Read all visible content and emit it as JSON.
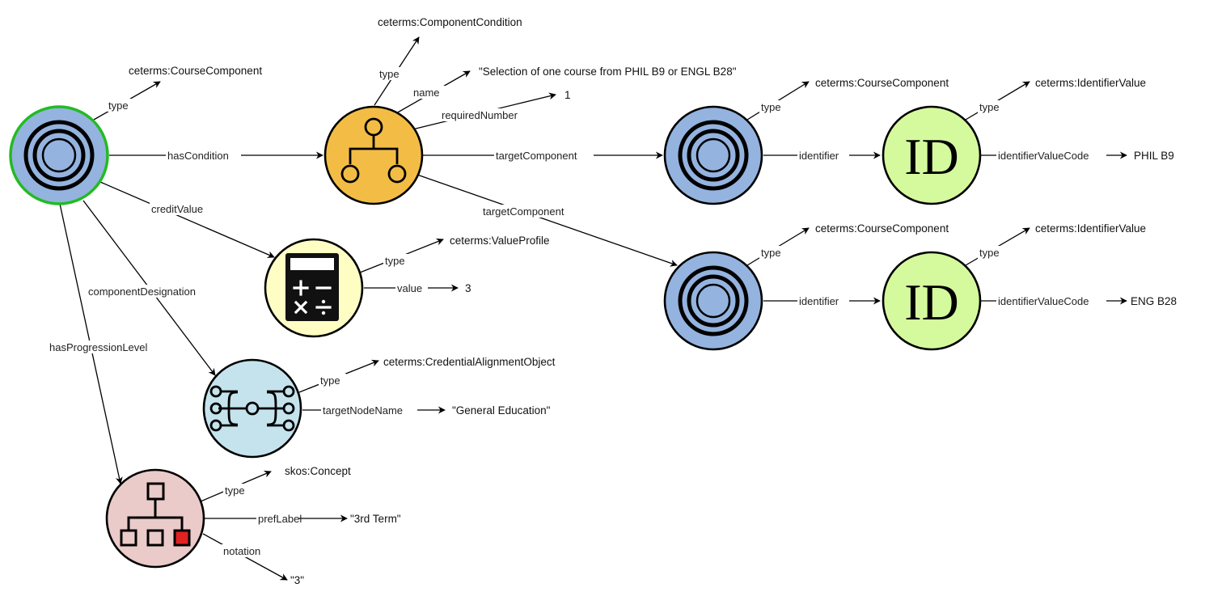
{
  "nodes": {
    "course_component": {
      "icon": "concentric-circles-icon",
      "fill": "#94b3df",
      "ring": "#22bb22"
    },
    "component_condition": {
      "icon": "hierarchy-tree-icon",
      "fill": "#f3bd45"
    },
    "credit_value": {
      "icon": "calculator-icon",
      "fill": "#fdfdc4"
    },
    "alignment_object": {
      "icon": "node-branch-icon",
      "fill": "#c4e3ed"
    },
    "progression_level": {
      "icon": "org-chart-icon",
      "fill": "#ebcaca",
      "accent": "#e02222"
    },
    "target_component_1": {
      "icon": "concentric-circles-icon",
      "fill": "#94b3df"
    },
    "target_component_2": {
      "icon": "concentric-circles-icon",
      "fill": "#94b3df"
    },
    "identifier_1": {
      "icon": "id-icon",
      "fill": "#d5fa9e",
      "text": "ID"
    },
    "identifier_2": {
      "icon": "id-icon",
      "fill": "#d5fa9e",
      "text": "ID"
    }
  },
  "edges": {
    "cc_type": "type",
    "cc_hasCondition": "hasCondition",
    "cc_creditValue": "creditValue",
    "cc_componentDesignation": "componentDesignation",
    "cc_hasProgressionLevel": "hasProgressionLevel",
    "cond_type": "type",
    "cond_name": "name",
    "cond_requiredNumber": "requiredNumber",
    "cond_targetComponent1": "targetComponent",
    "cond_targetComponent2": "targetComponent",
    "tc1_type": "type",
    "tc1_identifier": "identifier",
    "tc2_type": "type",
    "tc2_identifier": "identifier",
    "id1_type": "type",
    "id1_valueCode": "identifierValueCode",
    "id2_type": "type",
    "id2_valueCode": "identifierValueCode",
    "cv_type": "type",
    "cv_value": "value",
    "ao_type": "type",
    "ao_targetNodeName": "targetNodeName",
    "pl_type": "type",
    "pl_prefLabel": "prefLabel",
    "pl_notation": "notation"
  },
  "values": {
    "cc_type": "ceterms:CourseComponent",
    "cond_type": "ceterms:ComponentCondition",
    "cond_name": "\"Selection of one course from PHIL B9 or ENGL B28\"",
    "cond_requiredNumber": "1",
    "tc1_type": "ceterms:CourseComponent",
    "tc2_type": "ceterms:CourseComponent",
    "id1_type": "ceterms:IdentifierValue",
    "id1_code": "PHIL B9",
    "id2_type": "ceterms:IdentifierValue",
    "id2_code": "ENG B28",
    "cv_type": "ceterms:ValueProfile",
    "cv_value": "3",
    "ao_type": "ceterms:CredentialAlignmentObject",
    "ao_targetNodeName": "\"General Education\"",
    "pl_type": "skos:Concept",
    "pl_prefLabel": "\"3rd Term\"",
    "pl_notation": "\"3\""
  }
}
